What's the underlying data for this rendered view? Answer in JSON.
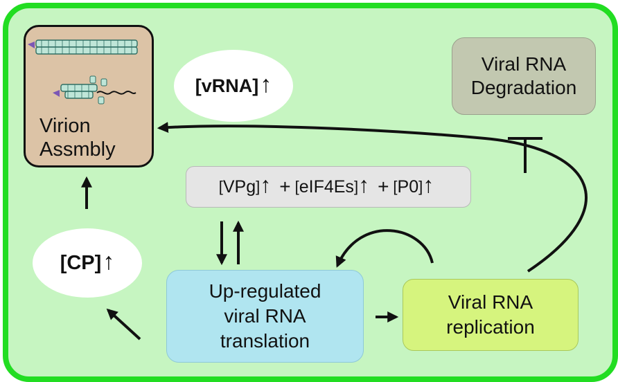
{
  "nodes": {
    "virion": {
      "line1": "Virion",
      "line2": "Assmbly"
    },
    "degradation": {
      "line1": "Viral RNA",
      "line2": "Degradation"
    },
    "vrna": {
      "label": "[vRNA]",
      "arrow": "↑"
    },
    "cp": {
      "label": "[CP]",
      "arrow": "↑"
    },
    "factors": {
      "vpg": "VPg",
      "eif4es": "eIF4Es",
      "p0": "P0",
      "open": "[",
      "close": "]",
      "arrow": "↑",
      "plus": "+"
    },
    "translation": {
      "line1": "Up-regulated",
      "line2": "viral RNA",
      "line3": "translation"
    },
    "replication": {
      "line1": "Viral RNA",
      "line2": "replication"
    }
  },
  "colors": {
    "border": "#22dd22",
    "background": "#c6f5c1",
    "virion_box": "#dcc3a6",
    "degradation_box": "#c2c8b0",
    "factors_box": "#e5e5e5",
    "translation_box": "#b0e5f0",
    "replication_box": "#d6f47e"
  }
}
